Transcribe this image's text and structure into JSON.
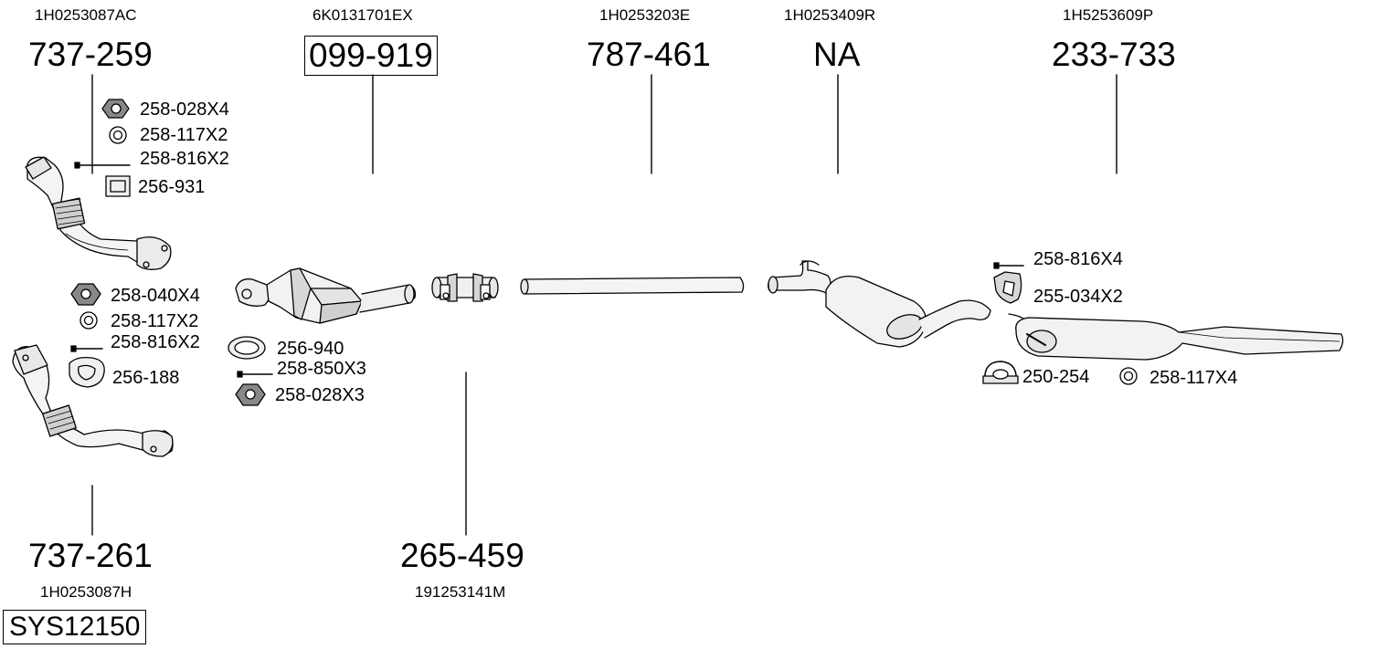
{
  "parts": {
    "front_pipe_1": {
      "oe": "1H0253087AC",
      "number": "737-259"
    },
    "catalyst": {
      "oe": "6K0131701EX",
      "number": "099-919"
    },
    "middle_pipe": {
      "oe": "1H0253203E",
      "number": "787-461"
    },
    "middle_silencer": {
      "oe": "1H0253409R",
      "number": "NA"
    },
    "rear_silencer": {
      "oe": "1H5253609P",
      "number": "233-733"
    },
    "front_pipe_2": {
      "oe": "1H0253087H",
      "number": "737-261"
    },
    "clamp": {
      "oe": "191253141M",
      "number": "265-459"
    }
  },
  "accessories": {
    "a1": "258-028X4",
    "a2": "258-117X2",
    "a3": "258-816X2",
    "a4": "256-931",
    "a5": "258-040X4",
    "a6": "258-117X2",
    "a7": "258-816X2",
    "a8": "256-188",
    "a9": "256-940",
    "a10": "258-850X3",
    "a11": "258-028X3",
    "a12": "258-816X4",
    "a13": "255-034X2",
    "a14": "250-254",
    "a15": "258-117X4"
  },
  "system": {
    "code": "SYS12150"
  }
}
